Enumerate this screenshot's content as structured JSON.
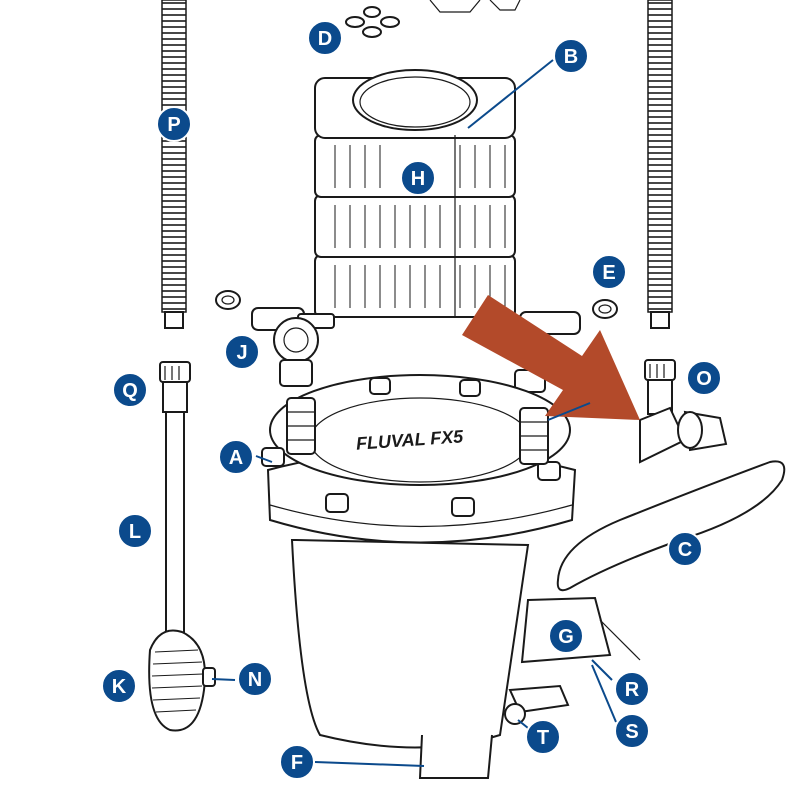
{
  "diagram": {
    "brand_logo_text": "FLUVAL FX5",
    "labels": {
      "A": "A",
      "B": "B",
      "C": "C",
      "D": "D",
      "E": "E",
      "F": "F",
      "G": "G",
      "H": "H",
      "J": "J",
      "K": "K",
      "L": "L",
      "N": "N",
      "O": "O",
      "P": "P",
      "Q": "Q",
      "R": "R",
      "S": "S",
      "T": "T"
    }
  },
  "colors": {
    "label_fill": "#0b4a8c",
    "arrow": "#b34a2a",
    "line_art": "#1a1a1a"
  }
}
